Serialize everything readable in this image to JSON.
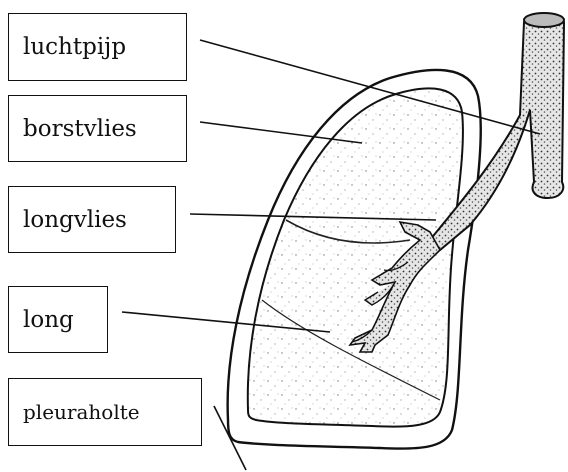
{
  "labels": {
    "trachea": "luchtpijp",
    "parietal_pleura": "borstvlies",
    "visceral_pleura": "longvlies",
    "lung": "long",
    "pleural_cavity": "pleuraholte"
  }
}
